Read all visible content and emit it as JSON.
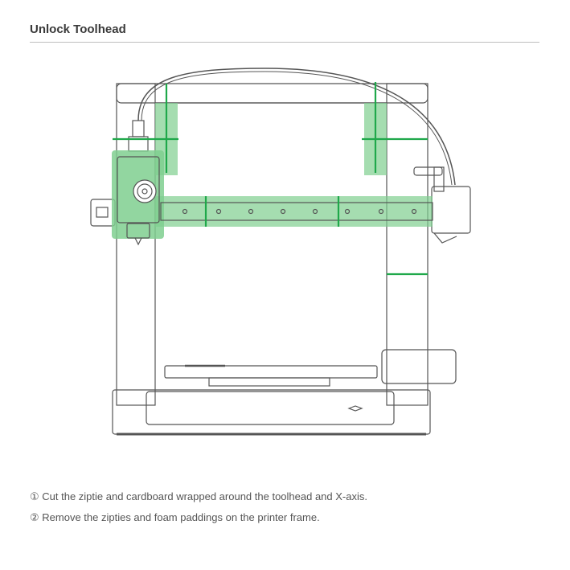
{
  "section": {
    "title": "Unlock Toolhead"
  },
  "instructions": [
    "① Cut the ziptie and cardboard wrapped around the toolhead and X-axis.",
    "② Remove the zipties and foam paddings on the printer frame."
  ],
  "colors": {
    "highlight_fill": "#7fcf8f",
    "highlight_line": "#1fa84a",
    "outline": "#555555",
    "rule": "#bfbfbf"
  },
  "icons": {
    "diagram": "printer-illustration"
  }
}
